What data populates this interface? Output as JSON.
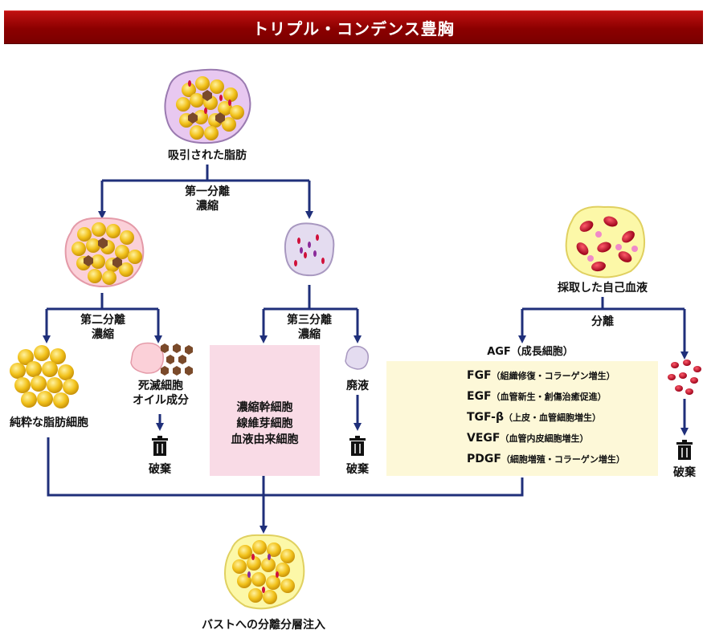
{
  "title": "トリプル・コンデンス豊胸",
  "nodes": {
    "aspirated_fat": "吸引された脂肪",
    "separation1_line1": "第一分離",
    "separation1_line2": "濃縮",
    "separation2_line1": "第二分離",
    "separation2_line2": "濃縮",
    "separation3_line1": "第三分離",
    "separation3_line2": "濃縮",
    "pure_fat": "純粋な脂肪細胞",
    "dead_cells_line1": "死滅細胞",
    "dead_cells_line2": "オイル成分",
    "waste_fluid": "廃液",
    "concentrated_line1": "濃縮幹細胞",
    "concentrated_line2": "線維芽細胞",
    "concentrated_line3": "血液由来細胞",
    "blood": "採取した自己血液",
    "blood_sep": "分離",
    "agf": "AGF（成長細胞）",
    "final": "バストへの分離分層注入"
  },
  "discard_labels": [
    "破棄",
    "破棄",
    "破棄"
  ],
  "growth_factors": [
    {
      "name": "FGF",
      "desc": "（組織修復・コラーゲン増生）"
    },
    {
      "name": "EGF",
      "desc": "（血管新生・創傷治癒促進）"
    },
    {
      "name": "TGF-β",
      "desc": "（上皮・血管細胞増生）"
    },
    {
      "name": "VEGF",
      "desc": "（血管内皮細胞増生）"
    },
    {
      "name": "PDGF",
      "desc": "（細胞増殖・コラーゲン増生）"
    }
  ],
  "colors": {
    "banner": "#8b0000",
    "arrow": "#1f2f7a",
    "fat_cell": "#f2c21b",
    "dead_cell": "#7a4a2a",
    "pink_box": "#f9dbe6",
    "yellow_box": "#fdf8d8",
    "blood_cell": "#c0102a"
  }
}
